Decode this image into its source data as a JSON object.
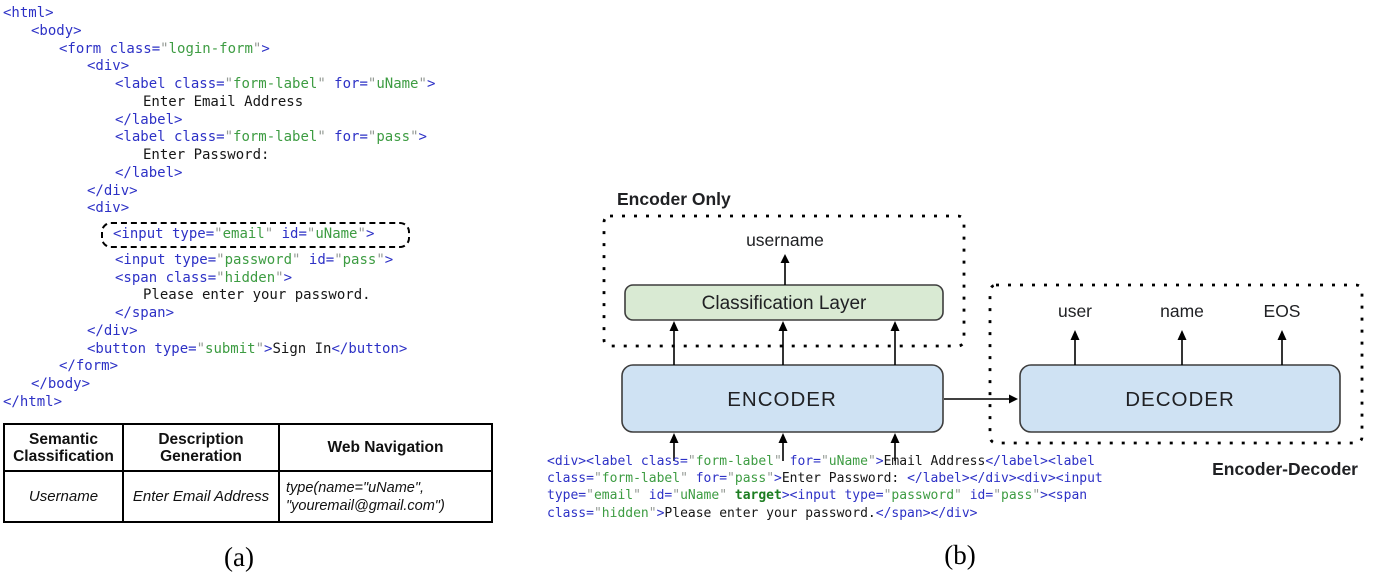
{
  "colors": {
    "tag_blue": "#2d31c6",
    "value_green": "#3d9c42",
    "quote_gray": "#949a94",
    "target_green": "#1c7d21",
    "box_blue_fill": "#cfe2f3",
    "box_green_fill": "#d9ead3",
    "box_stroke": "#3d3d3d"
  },
  "left_code": {
    "lines": [
      {
        "i": 0,
        "t": [
          [
            "t",
            "<html>"
          ]
        ]
      },
      {
        "i": 1,
        "t": [
          [
            "t",
            "<body>"
          ]
        ]
      },
      {
        "i": 2,
        "t": [
          [
            "t",
            "<form class="
          ],
          [
            "q",
            "\""
          ],
          [
            "v",
            "login-form"
          ],
          [
            "q",
            "\""
          ],
          [
            "t",
            ">"
          ]
        ]
      },
      {
        "i": 3,
        "t": [
          [
            "t",
            "<div>"
          ]
        ]
      },
      {
        "i": 4,
        "t": [
          [
            "t",
            "<label class="
          ],
          [
            "q",
            "\""
          ],
          [
            "v",
            "form-label"
          ],
          [
            "q",
            "\""
          ],
          [
            "t",
            " for="
          ],
          [
            "q",
            "\""
          ],
          [
            "v",
            "uName"
          ],
          [
            "q",
            "\""
          ],
          [
            "t",
            ">"
          ]
        ]
      },
      {
        "i": 5,
        "t": [
          [
            "x",
            "Enter Email Address"
          ]
        ]
      },
      {
        "i": 4,
        "t": [
          [
            "t",
            "</label>"
          ]
        ]
      },
      {
        "i": 4,
        "t": [
          [
            "t",
            "<label class="
          ],
          [
            "q",
            "\""
          ],
          [
            "v",
            "form-label"
          ],
          [
            "q",
            "\""
          ],
          [
            "t",
            " for="
          ],
          [
            "q",
            "\""
          ],
          [
            "v",
            "pass"
          ],
          [
            "q",
            "\""
          ],
          [
            "t",
            ">"
          ]
        ]
      },
      {
        "i": 5,
        "t": [
          [
            "x",
            "Enter Password:"
          ]
        ]
      },
      {
        "i": 4,
        "t": [
          [
            "t",
            "</label>"
          ]
        ]
      },
      {
        "i": 3,
        "t": [
          [
            "t",
            "</div>"
          ]
        ]
      },
      {
        "i": 3,
        "t": [
          [
            "t",
            "<div>"
          ]
        ]
      },
      {
        "i": 4,
        "box": true,
        "t": [
          [
            "t",
            "<input type="
          ],
          [
            "q",
            "\""
          ],
          [
            "v",
            "email"
          ],
          [
            "q",
            "\""
          ],
          [
            "t",
            " id="
          ],
          [
            "q",
            "\""
          ],
          [
            "v",
            "uName"
          ],
          [
            "q",
            "\""
          ],
          [
            "t",
            ">"
          ]
        ]
      },
      {
        "i": 4,
        "t": [
          [
            "t",
            "<input type="
          ],
          [
            "q",
            "\""
          ],
          [
            "v",
            "password"
          ],
          [
            "q",
            "\""
          ],
          [
            "t",
            " id="
          ],
          [
            "q",
            "\""
          ],
          [
            "v",
            "pass"
          ],
          [
            "q",
            "\""
          ],
          [
            "t",
            ">"
          ]
        ]
      },
      {
        "i": 4,
        "t": [
          [
            "t",
            "<span class="
          ],
          [
            "q",
            "\""
          ],
          [
            "v",
            "hidden"
          ],
          [
            "q",
            "\""
          ],
          [
            "t",
            ">"
          ]
        ]
      },
      {
        "i": 5,
        "t": [
          [
            "x",
            "Please enter your password."
          ]
        ]
      },
      {
        "i": 4,
        "t": [
          [
            "t",
            "</span>"
          ]
        ]
      },
      {
        "i": 3,
        "t": [
          [
            "t",
            "</div>"
          ]
        ]
      },
      {
        "i": 3,
        "t": [
          [
            "t",
            "<button type="
          ],
          [
            "q",
            "\""
          ],
          [
            "v",
            "submit"
          ],
          [
            "q",
            "\""
          ],
          [
            "t",
            ">"
          ],
          [
            "x",
            "Sign In"
          ],
          [
            "t",
            "</button>"
          ]
        ]
      },
      {
        "i": 2,
        "t": [
          [
            "t",
            "</form>"
          ]
        ]
      },
      {
        "i": 1,
        "t": [
          [
            "t",
            "</body>"
          ]
        ]
      },
      {
        "i": 0,
        "t": [
          [
            "t",
            "</html>"
          ]
        ]
      }
    ]
  },
  "bottom_code": {
    "lines": [
      {
        "i": 0,
        "t": [
          [
            "t",
            "<div><label class="
          ],
          [
            "q",
            "\""
          ],
          [
            "v",
            "form-label"
          ],
          [
            "q",
            "\""
          ],
          [
            "t",
            " for="
          ],
          [
            "q",
            "\""
          ],
          [
            "v",
            "uName"
          ],
          [
            "q",
            "\""
          ],
          [
            "t",
            ">"
          ],
          [
            "x",
            "Email Address"
          ],
          [
            "t",
            "</label><label"
          ]
        ]
      },
      {
        "i": 0,
        "t": [
          [
            "t",
            "class="
          ],
          [
            "q",
            "\""
          ],
          [
            "v",
            "form-label"
          ],
          [
            "q",
            "\""
          ],
          [
            "t",
            " for="
          ],
          [
            "q",
            "\""
          ],
          [
            "v",
            "pass"
          ],
          [
            "q",
            "\""
          ],
          [
            "t",
            ">"
          ],
          [
            "x",
            "Enter Password: "
          ],
          [
            "t",
            "</label></div><div><input"
          ]
        ]
      },
      {
        "i": 0,
        "t": [
          [
            "t",
            "type="
          ],
          [
            "q",
            "\""
          ],
          [
            "v",
            "email"
          ],
          [
            "q",
            "\""
          ],
          [
            "t",
            " id="
          ],
          [
            "q",
            "\""
          ],
          [
            "v",
            "uName"
          ],
          [
            "q",
            "\""
          ],
          [
            "x",
            " "
          ],
          [
            "b",
            "target"
          ],
          [
            "t",
            "><input type="
          ],
          [
            "q",
            "\""
          ],
          [
            "v",
            "password"
          ],
          [
            "q",
            "\""
          ],
          [
            "t",
            " id="
          ],
          [
            "q",
            "\""
          ],
          [
            "v",
            "pass"
          ],
          [
            "q",
            "\""
          ],
          [
            "t",
            "><span"
          ]
        ]
      },
      {
        "i": 0,
        "t": [
          [
            "t",
            "class="
          ],
          [
            "q",
            "\""
          ],
          [
            "v",
            "hidden"
          ],
          [
            "q",
            "\""
          ],
          [
            "t",
            ">"
          ],
          [
            "x",
            "Please enter your password."
          ],
          [
            "t",
            "</span></div>"
          ]
        ]
      }
    ]
  },
  "table": {
    "headers": [
      "Semantic\nClassification",
      "Description\nGeneration",
      "Web Navigation"
    ],
    "row": [
      "Username",
      "Enter Email Address",
      "type(name=\"uName\",\n\"youremail@gmail.com\")"
    ]
  },
  "diagram": {
    "encoder_only_label": "Encoder Only",
    "username_label": "username",
    "classification_layer_label": "Classification Layer",
    "encoder_label": "ENCODER",
    "decoder_label": "DECODER",
    "user_label": "user",
    "name_label": "name",
    "eos_label": "EOS",
    "encoder_decoder_label": "Encoder-Decoder"
  },
  "figure": {
    "caption_a": "(a)",
    "caption_b": "(b)"
  }
}
